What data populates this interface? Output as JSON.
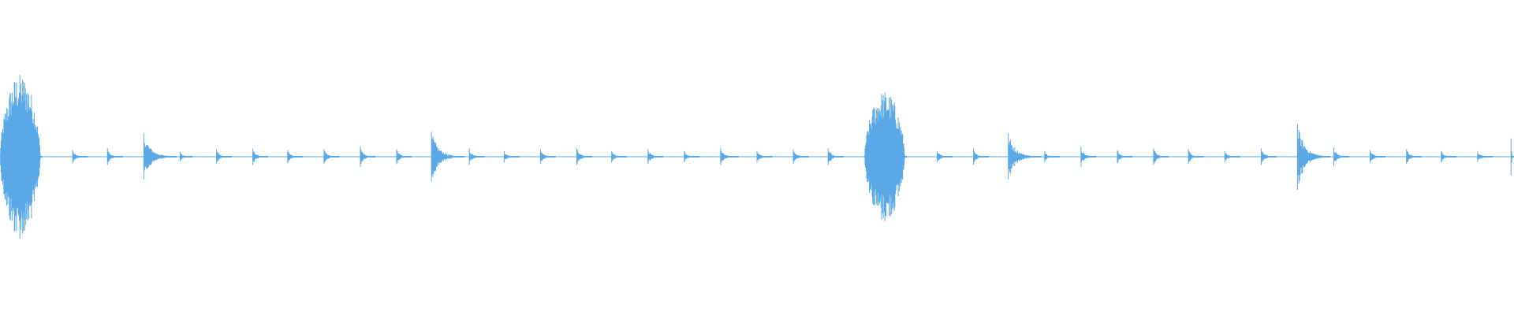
{
  "waveform": {
    "color": "#5aa9e6",
    "baseline_color": "#5aa9e6",
    "events": [
      {
        "t": 0.0,
        "amp": 1.0,
        "dur": 0.028,
        "kind": "burst"
      },
      {
        "t": 0.048,
        "amp": 0.08,
        "dur": 0.01,
        "kind": "tick"
      },
      {
        "t": 0.071,
        "amp": 0.1,
        "dur": 0.01,
        "kind": "tick"
      },
      {
        "t": 0.095,
        "amp": 0.28,
        "dur": 0.022,
        "kind": "hit"
      },
      {
        "t": 0.119,
        "amp": 0.06,
        "dur": 0.008,
        "kind": "tick"
      },
      {
        "t": 0.143,
        "amp": 0.09,
        "dur": 0.01,
        "kind": "tick"
      },
      {
        "t": 0.167,
        "amp": 0.1,
        "dur": 0.01,
        "kind": "tick"
      },
      {
        "t": 0.19,
        "amp": 0.08,
        "dur": 0.01,
        "kind": "tick"
      },
      {
        "t": 0.214,
        "amp": 0.09,
        "dur": 0.01,
        "kind": "tick"
      },
      {
        "t": 0.238,
        "amp": 0.12,
        "dur": 0.01,
        "kind": "tick"
      },
      {
        "t": 0.262,
        "amp": 0.09,
        "dur": 0.01,
        "kind": "tick"
      },
      {
        "t": 0.285,
        "amp": 0.3,
        "dur": 0.022,
        "kind": "hit"
      },
      {
        "t": 0.31,
        "amp": 0.1,
        "dur": 0.01,
        "kind": "tick"
      },
      {
        "t": 0.333,
        "amp": 0.07,
        "dur": 0.01,
        "kind": "tick"
      },
      {
        "t": 0.357,
        "amp": 0.09,
        "dur": 0.01,
        "kind": "tick"
      },
      {
        "t": 0.381,
        "amp": 0.1,
        "dur": 0.01,
        "kind": "tick"
      },
      {
        "t": 0.404,
        "amp": 0.07,
        "dur": 0.01,
        "kind": "tick"
      },
      {
        "t": 0.428,
        "amp": 0.09,
        "dur": 0.01,
        "kind": "tick"
      },
      {
        "t": 0.452,
        "amp": 0.07,
        "dur": 0.01,
        "kind": "tick"
      },
      {
        "t": 0.476,
        "amp": 0.1,
        "dur": 0.012,
        "kind": "tick"
      },
      {
        "t": 0.5,
        "amp": 0.07,
        "dur": 0.01,
        "kind": "tick"
      },
      {
        "t": 0.524,
        "amp": 0.09,
        "dur": 0.01,
        "kind": "tick"
      },
      {
        "t": 0.547,
        "amp": 0.1,
        "dur": 0.01,
        "kind": "tick"
      },
      {
        "t": 0.571,
        "amp": 0.8,
        "dur": 0.028,
        "kind": "burst"
      },
      {
        "t": 0.619,
        "amp": 0.07,
        "dur": 0.01,
        "kind": "tick"
      },
      {
        "t": 0.643,
        "amp": 0.1,
        "dur": 0.01,
        "kind": "tick"
      },
      {
        "t": 0.666,
        "amp": 0.28,
        "dur": 0.022,
        "kind": "hit"
      },
      {
        "t": 0.69,
        "amp": 0.07,
        "dur": 0.01,
        "kind": "tick"
      },
      {
        "t": 0.714,
        "amp": 0.12,
        "dur": 0.01,
        "kind": "tick"
      },
      {
        "t": 0.738,
        "amp": 0.08,
        "dur": 0.01,
        "kind": "tick"
      },
      {
        "t": 0.762,
        "amp": 0.1,
        "dur": 0.01,
        "kind": "tick"
      },
      {
        "t": 0.785,
        "amp": 0.09,
        "dur": 0.01,
        "kind": "tick"
      },
      {
        "t": 0.809,
        "amp": 0.07,
        "dur": 0.01,
        "kind": "tick"
      },
      {
        "t": 0.833,
        "amp": 0.1,
        "dur": 0.01,
        "kind": "tick"
      },
      {
        "t": 0.857,
        "amp": 0.4,
        "dur": 0.022,
        "kind": "hit"
      },
      {
        "t": 0.881,
        "amp": 0.11,
        "dur": 0.01,
        "kind": "tick"
      },
      {
        "t": 0.905,
        "amp": 0.08,
        "dur": 0.01,
        "kind": "tick"
      },
      {
        "t": 0.929,
        "amp": 0.09,
        "dur": 0.01,
        "kind": "tick"
      },
      {
        "t": 0.952,
        "amp": 0.07,
        "dur": 0.01,
        "kind": "tick"
      },
      {
        "t": 0.976,
        "amp": 0.07,
        "dur": 0.01,
        "kind": "tick"
      },
      {
        "t": 0.998,
        "amp": 0.22,
        "dur": 0.002,
        "kind": "tick"
      }
    ]
  }
}
